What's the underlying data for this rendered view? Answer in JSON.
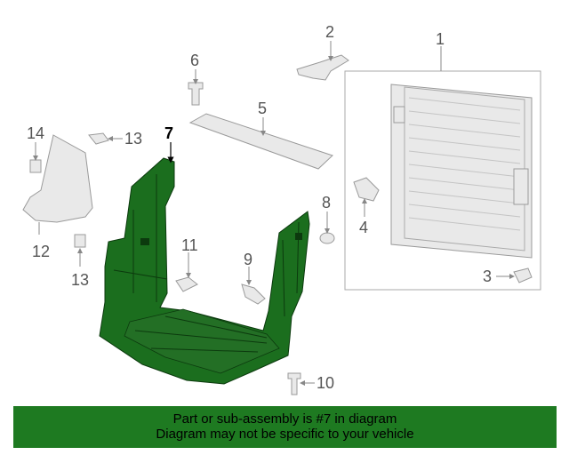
{
  "callouts": {
    "c1": "1",
    "c2": "2",
    "c3": "3",
    "c4": "4",
    "c5": "5",
    "c6": "6",
    "c7": "7",
    "c8": "8",
    "c9": "9",
    "c10": "10",
    "c11": "11",
    "c12": "12",
    "c13a": "13",
    "c13b": "13",
    "c14": "14"
  },
  "highlight_color": "#1e7a21",
  "banner": {
    "line1": "Part or sub-assembly is #7 in diagram",
    "line2": "Diagram may not be specific to your vehicle"
  }
}
